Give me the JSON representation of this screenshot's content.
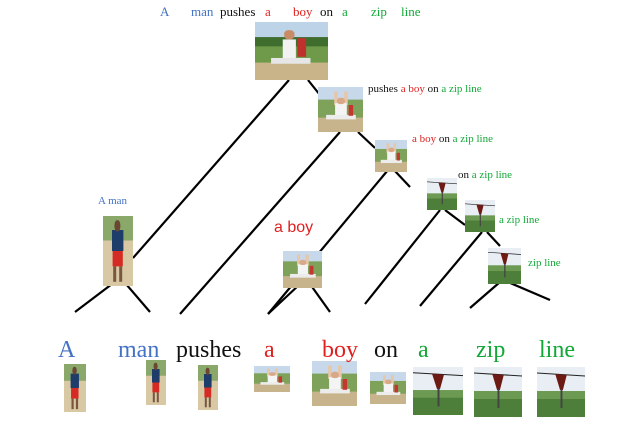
{
  "colors": {
    "subject": "#4472c4",
    "verb": "#111111",
    "object": "#e02020",
    "prep": "#12a838",
    "edge": "#000000"
  },
  "top_sentence": [
    {
      "text": "A",
      "role": "subject"
    },
    {
      "text": "man",
      "role": "subject"
    },
    {
      "text": "pushes",
      "role": "verb"
    },
    {
      "text": "a",
      "role": "object"
    },
    {
      "text": "boy",
      "role": "object"
    },
    {
      "text": "on",
      "role": "verb"
    },
    {
      "text": "a",
      "role": "prep"
    },
    {
      "text": "zip",
      "role": "prep"
    },
    {
      "text": "line",
      "role": "prep"
    }
  ],
  "phrases": {
    "p1": [
      {
        "text": "pushes ",
        "role": "verb"
      },
      {
        "text": "a boy ",
        "role": "object"
      },
      {
        "text": "on ",
        "role": "verb"
      },
      {
        "text": "a zip line",
        "role": "prep"
      }
    ],
    "p2": [
      {
        "text": "a boy ",
        "role": "object"
      },
      {
        "text": "on ",
        "role": "verb"
      },
      {
        "text": "a zip line",
        "role": "prep"
      }
    ],
    "p3": [
      {
        "text": "on ",
        "role": "verb"
      },
      {
        "text": "a zip line",
        "role": "prep"
      }
    ],
    "p4": [
      {
        "text": "a zip line",
        "role": "prep"
      }
    ],
    "p5": [
      {
        "text": "zip line",
        "role": "prep"
      }
    ],
    "a_man": [
      {
        "text": "A man",
        "role": "subject"
      }
    ],
    "a_boy": [
      {
        "text": "a boy",
        "role": "object"
      }
    ]
  },
  "leaf_words": [
    {
      "text": "A",
      "role": "subject"
    },
    {
      "text": "man",
      "role": "subject"
    },
    {
      "text": "pushes",
      "role": "verb"
    },
    {
      "text": "a",
      "role": "object"
    },
    {
      "text": "boy",
      "role": "object"
    },
    {
      "text": "on",
      "role": "verb"
    },
    {
      "text": "a",
      "role": "prep"
    },
    {
      "text": "zip",
      "role": "prep"
    },
    {
      "text": "line",
      "role": "prep"
    }
  ]
}
